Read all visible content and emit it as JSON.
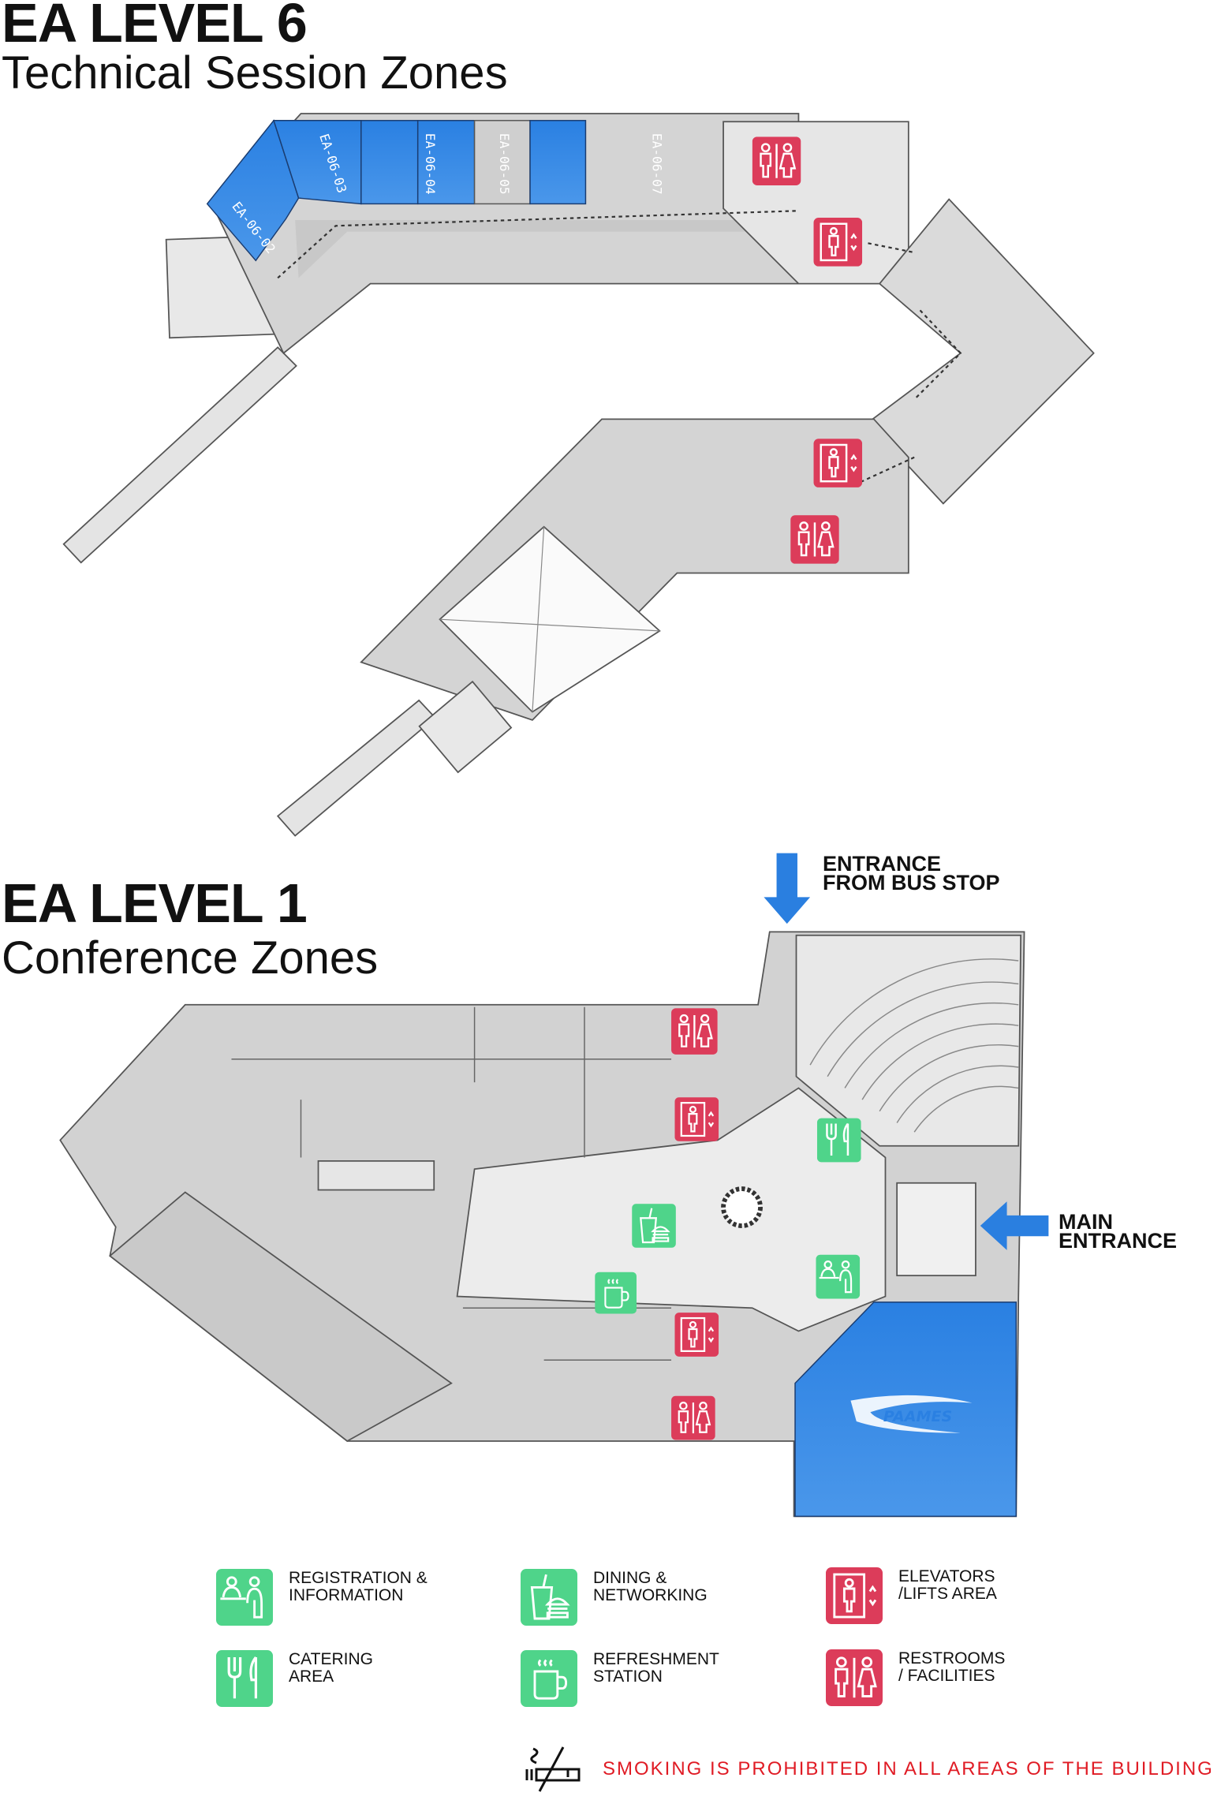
{
  "level6": {
    "title": "EA LEVEL 6",
    "subtitle": "Technical Session Zones",
    "rooms": [
      "EA-06-02",
      "EA-06-03",
      "EA-06-04",
      "EA-06-05",
      "EA-06-07"
    ]
  },
  "level1": {
    "title": "EA LEVEL 1",
    "subtitle": "Conference Zones",
    "bus_entrance": "ENTRANCE\nFROM BUS STOP",
    "main_entrance": "MAIN\nENTRANCE",
    "sponsor_logo": "PAAMES"
  },
  "legend": [
    {
      "icon": "registration-icon",
      "label": "REGISTRATION &\nINFORMATION"
    },
    {
      "icon": "dining-icon",
      "label": "DINING &\nNETWORKING"
    },
    {
      "icon": "elevator-icon",
      "label": "ELEVATORS\n/LIFTS AREA"
    },
    {
      "icon": "catering-icon",
      "label": "CATERING\nAREA"
    },
    {
      "icon": "refreshment-icon",
      "label": "REFRESHMENT\nSTATION"
    },
    {
      "icon": "restroom-icon",
      "label": "RESTROOMS\n/ FACILITIES"
    }
  ],
  "notice": "SMOKING IS PROHIBITED IN ALL AREAS OF THE BUILDING",
  "colors": {
    "room_blue": "#2f86e4",
    "amenity_green": "#4fd48a",
    "facility_red": "#dc3c5a",
    "notice_red": "#e01b24",
    "arrow_blue": "#2a7fe0"
  }
}
